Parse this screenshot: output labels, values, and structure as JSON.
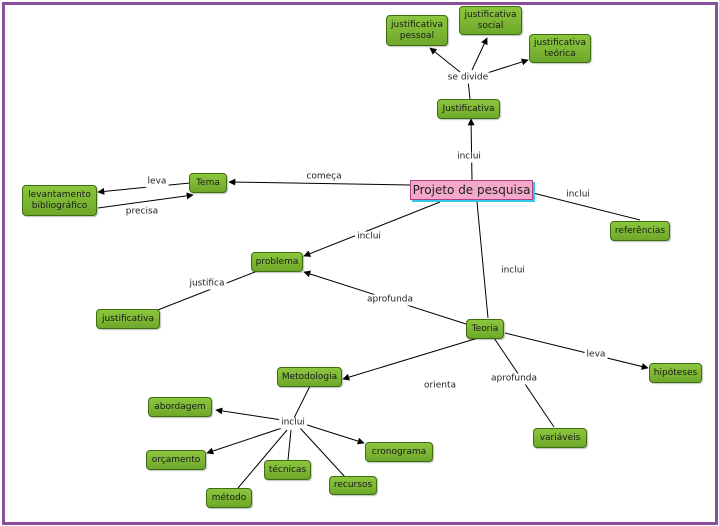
{
  "root": {
    "label": "Projeto de pesquisa"
  },
  "nodes": {
    "justificativa_pessoal": "justificativa pessoal",
    "justificativa_social": "justificativa social",
    "justificativa_teorica": "justificativa teórica",
    "justificativa": "Justificativa",
    "tema": "Tema",
    "levantamento": "levantamento bibliográfico",
    "referencias": "referências",
    "problema": "problema",
    "justificativa_problema": "justificativa",
    "teoria": "Teoria",
    "metodologia": "Metodologia",
    "hipoteses": "hipóteses",
    "variaveis": "variáveis",
    "abordagem": "abordagem",
    "orcamento": "orçamento",
    "tecnicas": "técnicas",
    "recursos": "recursos",
    "cronograma": "cronograma",
    "metodo": "método"
  },
  "links": {
    "se_divide": "se divide",
    "inclui_justificativa": "inclui",
    "comeca": "começa",
    "leva_tema": "leva",
    "precisa": "precisa",
    "inclui_referencias": "inclui",
    "inclui_problema": "inclui",
    "inclui_teoria": "inclui",
    "justifica": "justifica",
    "aprofunda_problema": "aprofunda",
    "leva_hipoteses": "leva",
    "orienta": "orienta",
    "aprofunda_variaveis": "aprofunda",
    "inclui_metodologia": "inclui"
  },
  "colors": {
    "node_fill": "#7bb534",
    "node_border": "#3f6e10",
    "root_fill": "#f5a9c8",
    "root_shadow": "#33c7e8",
    "frame": "#8a4f9a",
    "line": "#000000"
  }
}
